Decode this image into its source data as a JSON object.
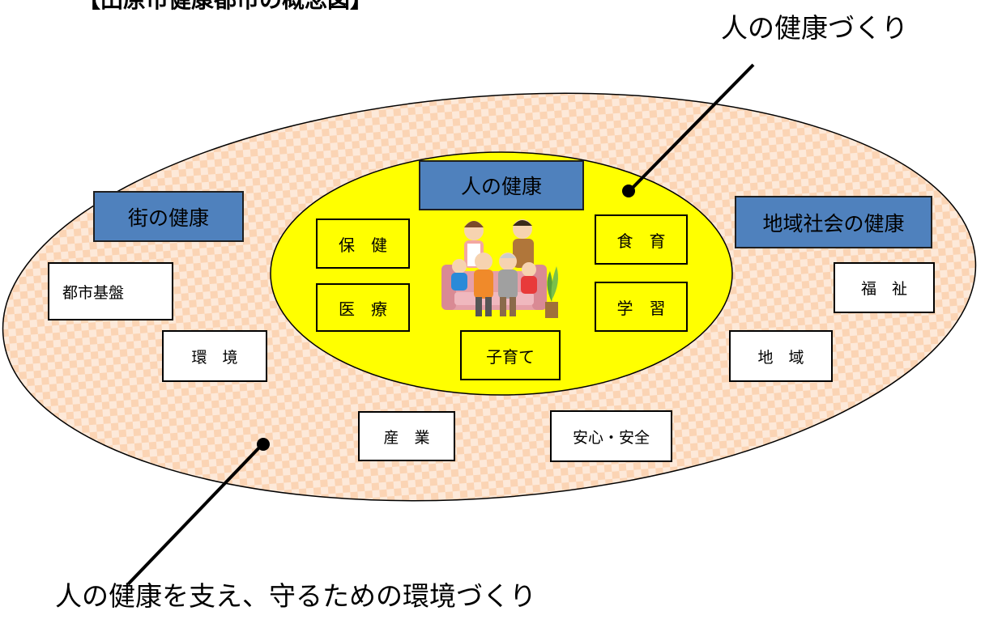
{
  "title": "【田原市健康都市の概念図】",
  "callouts": {
    "top_right": "人の健康づくり",
    "bottom_left": "人の健康を支え、守るための環境づくり"
  },
  "inner": {
    "heading": "人の健康",
    "items": {
      "hoken": "保　健",
      "iryo": "医　療",
      "shokuiku": "食　育",
      "gakushu": "学　習",
      "kosodate": "子育て"
    }
  },
  "outer": {
    "machi_heading": "街の健康",
    "chiiki_heading": "地域社会の健康",
    "items": {
      "toshi_kiban": "都市基盤",
      "kankyo": "環　境",
      "fukushi": "福　祉",
      "chiiki": "地　域",
      "sangyo": "産　業",
      "anshin_anzen": "安心・安全"
    }
  },
  "colors": {
    "heading_blue": "#4f81bd",
    "inner_yellow": "#ffff00",
    "pattern_peach": "#fbd4b4",
    "pattern_light": "#fde9d9"
  },
  "icons": {
    "family": "family-on-sofa-illustration"
  }
}
